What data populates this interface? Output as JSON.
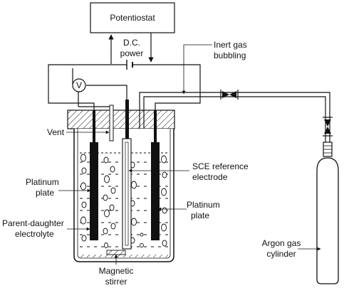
{
  "diagram": {
    "potentiostat": "Potentiostat",
    "dc_power_line1": "D.C.",
    "dc_power_line2": "power",
    "voltmeter_symbol": "V",
    "inert_gas_line1": "Inert gas",
    "inert_gas_line2": "bubbling",
    "vent": "Vent",
    "platinum_plate_left_line1": "Platinum",
    "platinum_plate_left_line2": "plate",
    "sce_line1": "SCE reference",
    "sce_line2": "electrode",
    "platinum_plate_right_line1": "Platinum",
    "platinum_plate_right_line2": "plate",
    "electrolyte_line1": "Parent-daughter",
    "electrolyte_line2": "electrolyte",
    "argon_line1": "Argon gas",
    "argon_line2": "cylinder",
    "stirrer_line1": "Magnetic",
    "stirrer_line2": "stirrer"
  }
}
